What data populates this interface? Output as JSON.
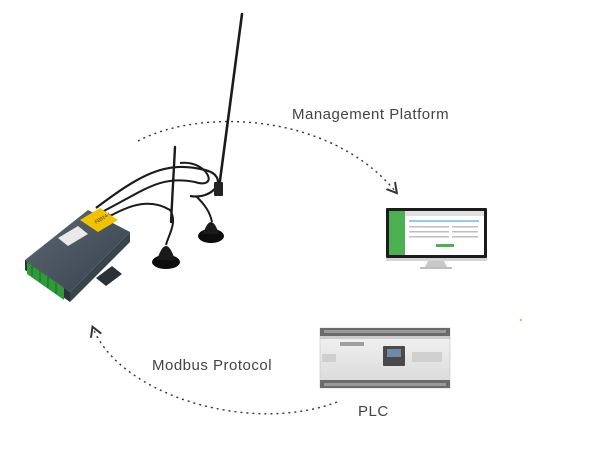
{
  "labels": {
    "management_platform": "Management Platform",
    "modbus_protocol": "Modbus Protocol",
    "plc": "PLC"
  },
  "device": {
    "model_text": "F8914-L"
  },
  "icons": {
    "router": "iot-router-icon",
    "monitor": "desktop-monitor-icon",
    "plc": "plc-controller-icon",
    "arrow": "dotted-arrow-icon"
  },
  "colors": {
    "arrow": "#333333",
    "router_body": "#4a5560",
    "router_label": "#f2c200",
    "terminal": "#2e9a3a",
    "screen_sidebar": "#4caf50",
    "plc_body": "#e6e6e6"
  }
}
